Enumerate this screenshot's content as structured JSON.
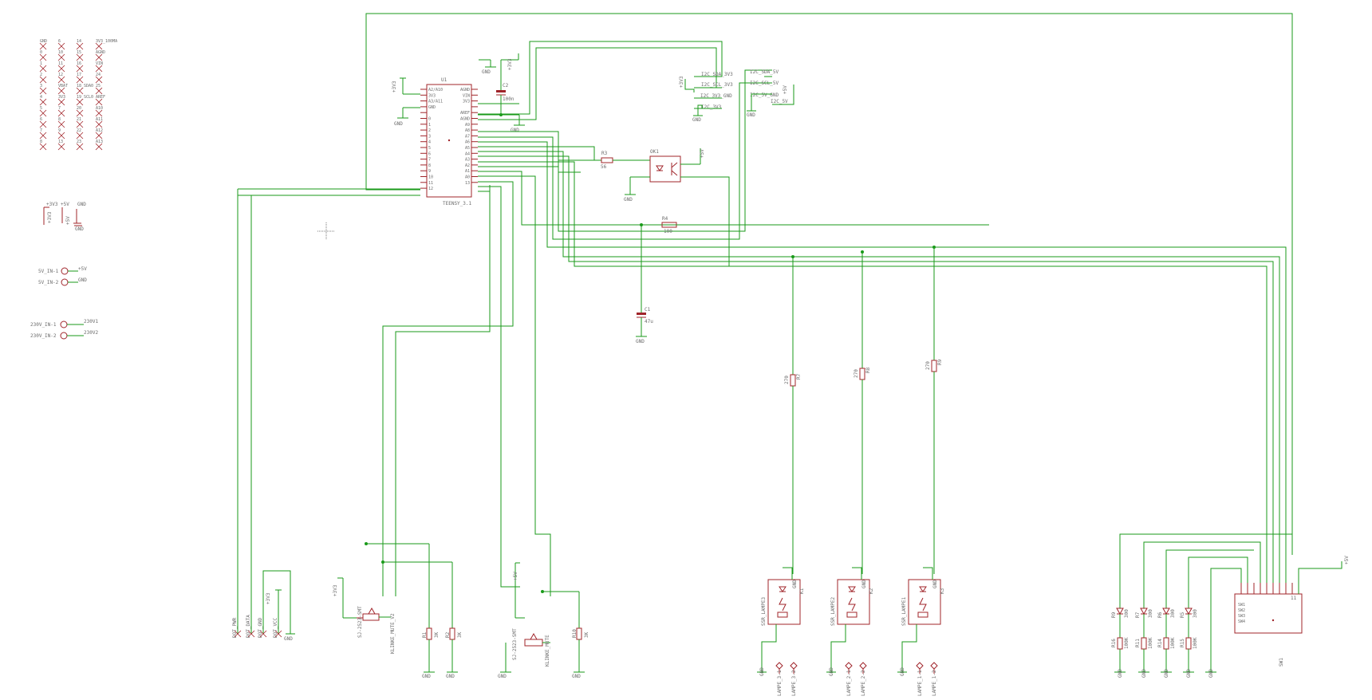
{
  "unused_pins": [
    [
      "GND",
      "6",
      "14",
      "3V3_100MA"
    ],
    [
      "0",
      "10",
      "15",
      "AGND"
    ],
    [
      "1",
      "11",
      "16",
      "VIN"
    ],
    [
      "2",
      "12",
      "17",
      "24"
    ],
    [
      "3",
      "VBAT",
      "18_SDA0",
      "25"
    ],
    [
      "4",
      "3V3",
      "19_SCL0",
      "AREF"
    ],
    [
      "5",
      "7",
      "20",
      "A10"
    ],
    [
      "6",
      "8",
      "21",
      "A11"
    ],
    [
      "7",
      "9",
      "22",
      "A12"
    ],
    [
      "8",
      "13",
      "23",
      "A13"
    ]
  ],
  "supply_symbols": [
    {
      "id": "s1",
      "label": "+3V3"
    },
    {
      "id": "s2",
      "label": "+5V"
    },
    {
      "id": "s3",
      "label": "GND"
    },
    {
      "id": "s4",
      "label": "+3V3"
    },
    {
      "id": "s5",
      "label": "+5V"
    },
    {
      "id": "s6",
      "label": "GND"
    }
  ],
  "connectors": [
    {
      "label": "5V_IN-1",
      "net": "+5V"
    },
    {
      "label": "5V_IN-2",
      "net": "GND"
    },
    {
      "label": "230V_IN-1",
      "net": "230V1"
    },
    {
      "label": "230V_IN-2",
      "net": "230V2"
    }
  ],
  "u1": {
    "name": "U1",
    "value": "TEENSY_3.1",
    "left_pins": [
      "A2/A10",
      "3V3",
      "A3/A11",
      "GND",
      "",
      "0",
      "1",
      "2",
      "3",
      "4",
      "5",
      "6",
      "7",
      "8",
      "9",
      "10",
      "11",
      "12"
    ],
    "right_pins": [
      "AGND",
      "VIN",
      "3V3",
      "",
      "AREF",
      "AGND",
      "A9",
      "A8",
      "A7",
      "A6",
      "A5",
      "A4",
      "A3",
      "A2",
      "A1",
      "A0",
      "13"
    ]
  },
  "c2": {
    "name": "C2",
    "value": "100n"
  },
  "c1": {
    "name": "C1",
    "value": "47u"
  },
  "r3": {
    "name": "R3",
    "value": "56"
  },
  "r4": {
    "name": "R4",
    "value": "100"
  },
  "ok1": {
    "name": "OK1"
  },
  "i2c": {
    "left": [
      "I2C_SDA_3V3",
      "I2C_SCL_3V3",
      "I2C_3V3_GND",
      "I2C_3V3"
    ],
    "right": [
      "I2C_SDA_5V",
      "I2C_SCL_5V",
      "I2C_5V_GND",
      "I2C_5V"
    ]
  },
  "resistors_k": [
    {
      "name": "R7",
      "value": "270"
    },
    {
      "name": "R8",
      "value": "270"
    },
    {
      "name": "R9",
      "value": "270"
    }
  ],
  "ssr": [
    {
      "name": "K1",
      "value": "SSR_LAMPE3",
      "outs": [
        "LAMPE_3-1",
        "LAMPE_3-2"
      ]
    },
    {
      "name": "K2",
      "value": "SSR_LAMPE2",
      "outs": [
        "LAMPE_2-1",
        "LAMPE_2-2"
      ]
    },
    {
      "name": "K3",
      "value": "SSR_LAMPE1",
      "outs": [
        "LAMPE_1-1",
        "LAMPE_1-2"
      ]
    }
  ],
  "dot": {
    "labels": [
      "DOT_PWR",
      "DOT_DATA",
      "DOT_GND",
      "DOT_VCC"
    ]
  },
  "klinke1": {
    "name": "KLINKE_MUTE_V2",
    "value": "SJ-2523-SMT"
  },
  "klinke2": {
    "name": "KLINKE_MUTE",
    "value": "SJ-2523-SMT"
  },
  "r1": {
    "name": "R1",
    "value": "3K"
  },
  "r2": {
    "name": "R2",
    "value": "3K"
  },
  "r10": {
    "name": "R10",
    "value": "3K"
  },
  "leds": [
    {
      "name": "R9",
      "value": "300"
    },
    {
      "name": "R7",
      "value": "300"
    },
    {
      "name": "R6",
      "value": "300"
    },
    {
      "name": "R5",
      "value": "300"
    }
  ],
  "pulldowns": [
    {
      "name": "R16",
      "value": "100K"
    },
    {
      "name": "R11",
      "value": "100K"
    },
    {
      "name": "R14",
      "value": "100K"
    },
    {
      "name": "R15",
      "value": "100K"
    }
  ],
  "sw": {
    "name": "SW1",
    "pins": [
      "SW1",
      "SW2",
      "SW3",
      "SW4"
    ]
  },
  "labels": {
    "gnd": "GND",
    "v3": "+3V3",
    "v5": "+5V"
  }
}
